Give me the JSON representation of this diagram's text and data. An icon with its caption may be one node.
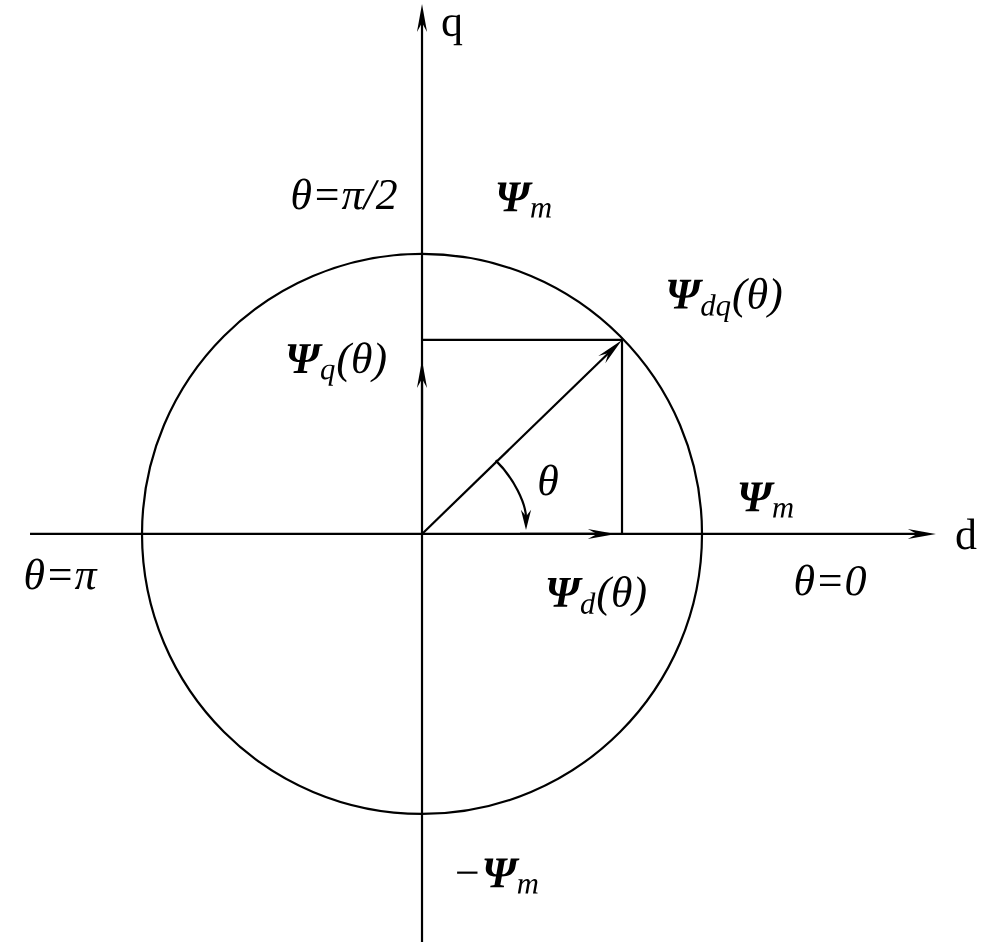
{
  "diagram": {
    "labels": [
      "q",
      "θ=π/2",
      "**Ψ**$_{m}$",
      "**Ψ**$_{dq}$(θ)",
      "**Ψ**$_{q}$(θ)",
      "θ",
      "**Ψ**$_{m}$",
      "d",
      "θ=π",
      "**Ψ**$_{d}$(θ)",
      "θ=0",
      "−**Ψ**$_{m}$"
    ]
  }
}
